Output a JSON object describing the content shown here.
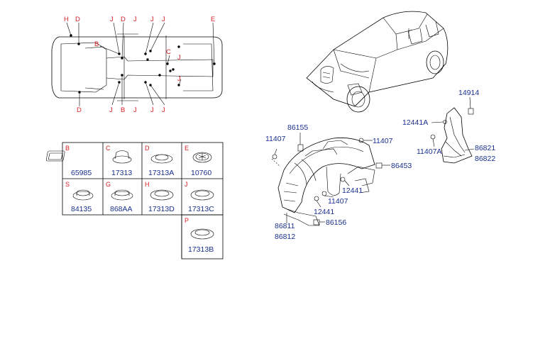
{
  "underbody_labels": {
    "h": "H",
    "d_top": "D",
    "j1": "J",
    "d_mid": "D",
    "j2": "J",
    "j3": "J",
    "j4": "J",
    "e": "E",
    "b_top": "B",
    "c": "C",
    "j_c": "J",
    "j_right": "J",
    "d_bottom": "D",
    "j_b1": "J",
    "b_bottom": "B",
    "j_b2": "J",
    "j_b3": "J",
    "j_b4": "J"
  },
  "grommet_table": [
    {
      "key": "B",
      "part": "65985"
    },
    {
      "key": "C",
      "part": "17313"
    },
    {
      "key": "D",
      "part": "17313A"
    },
    {
      "key": "E",
      "part": "10760"
    },
    {
      "key": "S",
      "part": "84135"
    },
    {
      "key": "G",
      "part": "868AA"
    },
    {
      "key": "H",
      "part": "17313D"
    },
    {
      "key": "J",
      "part": "17313C"
    },
    {
      "key": "P",
      "part": "17313B"
    }
  ],
  "liner_parts": {
    "p86155": "86155",
    "p11407_a": "11407",
    "p11407_b": "11407",
    "p86453": "86453",
    "p12441_a": "12441",
    "p11407_c": "11407",
    "p12441_b": "12441",
    "p86811": "86811",
    "p86812": "86812",
    "p86156": "86156",
    "p14914": "14914",
    "p12441a": "12441A",
    "p11407a": "11407A",
    "p86821": "86821",
    "p86822": "86822"
  }
}
